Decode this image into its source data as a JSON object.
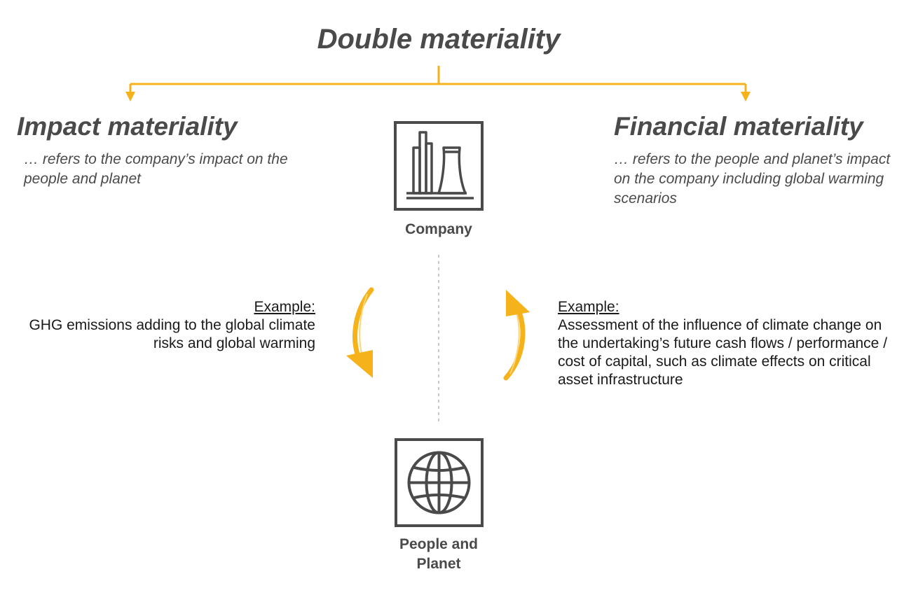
{
  "title": "Double materiality",
  "impact": {
    "title": "Impact materiality",
    "description": "… refers to the company’s impact on the people and planet"
  },
  "financial": {
    "title": "Financial materiality",
    "description": "… refers to the people and planet’s impact on the company including global warming scenarios"
  },
  "nodes": {
    "company": {
      "label": "Company",
      "icon": "factory-icon"
    },
    "planet": {
      "label": "People and Planet",
      "icon": "globe-icon"
    }
  },
  "examples": {
    "left": {
      "heading": "Example:",
      "text": "GHG emissions adding to the global climate risks and global warming",
      "arrow_direction": "down"
    },
    "right": {
      "heading": "Example:",
      "text": "Assessment of the influence of climate change on the undertaking’s future cash flows / performance / cost of capital, such as climate effects on critical asset infrastructure",
      "arrow_direction": "up"
    }
  },
  "colors": {
    "accent": "#F5B21B",
    "text_gray": "#4A4A4A",
    "divider": "#C8C8C8"
  }
}
